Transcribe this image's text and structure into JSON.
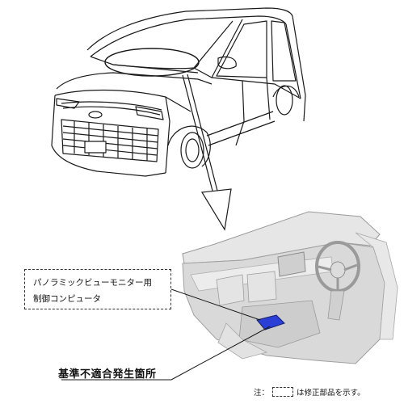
{
  "callout": {
    "line1": "パノラミックビューモニター用",
    "line2": "制御コンピュータ"
  },
  "defect_location_label": "基準不適合発生箇所",
  "note": {
    "prefix": "注：",
    "suffix": "は修正部品を示す。"
  },
  "colors": {
    "part_highlight": "#2b3fd6",
    "line_art": "#1a1a1a",
    "interior_gray": "#d9d9d9"
  }
}
